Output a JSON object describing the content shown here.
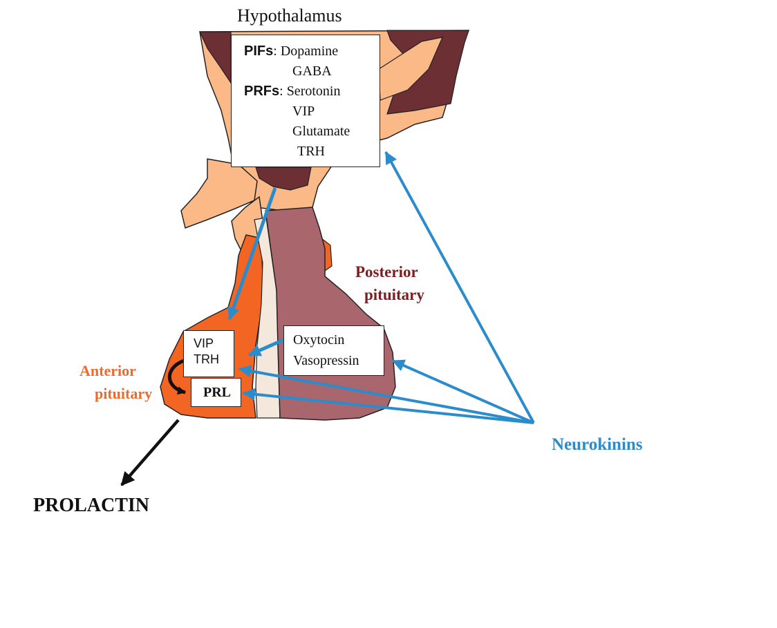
{
  "diagram": {
    "hypothalamus_label": "Hypothalamus",
    "pif_label": "PIFs",
    "pif_items": [
      "Dopamine",
      "GABA"
    ],
    "prf_label": "PRFs",
    "prf_items": [
      "Serotonin",
      "VIP",
      "Glutamate",
      "TRH"
    ],
    "posterior_label_line1": "Posterior",
    "posterior_label_line2": "pituitary",
    "anterior_label_line1": "Anterior",
    "anterior_label_line2": "pituitary",
    "vip_label": "VIP",
    "trh_label": "TRH",
    "prl_label": "PRL",
    "oxytocin_label": "Oxytocin",
    "vasopressin_label": "Vasopressin",
    "neurokinins_label": "Neurokinins",
    "prolactin_label": "PROLACTIN"
  },
  "colors": {
    "hypothalamus_light": "#fbb987",
    "hypothalamus_dark": "#6b2f34",
    "posterior_pituitary": "#a9666d",
    "anterior_pituitary": "#f26522",
    "pars_intermedia": "#f3e8db",
    "neurokinin_arrow": "#2b8ccc",
    "posterior_text": "#7a1e22",
    "anterior_text": "#ef6a2a"
  }
}
